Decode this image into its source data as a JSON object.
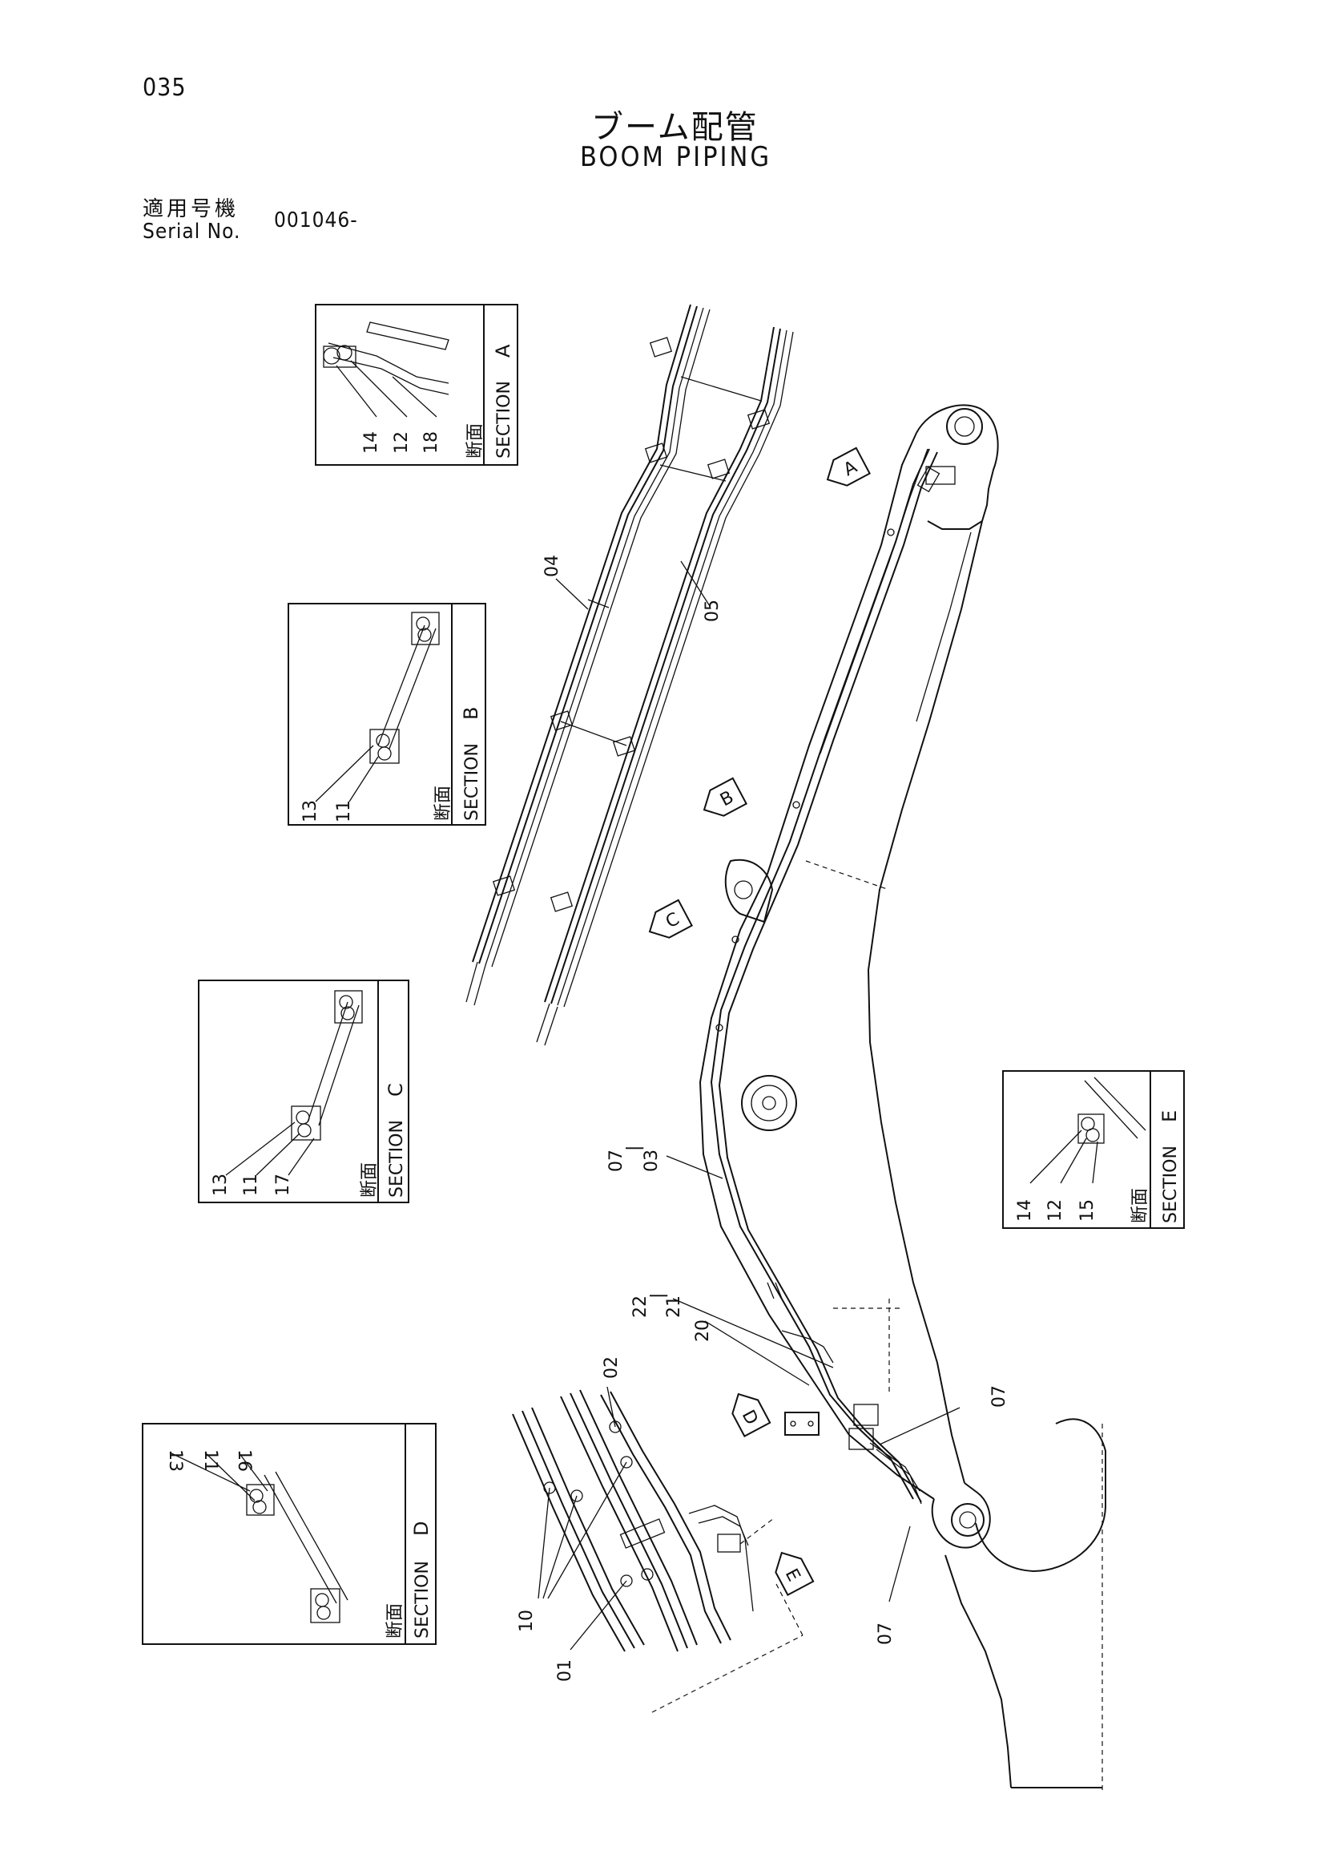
{
  "header": {
    "page_number": "035",
    "title_jp": "ブーム配管",
    "title_en": "BOOM PIPING",
    "serial_label_jp": "適用号機",
    "serial_label_en": "Serial No.",
    "serial_value": "001046-"
  },
  "sections": {
    "a": {
      "label_jp": "断面",
      "label_en": "SECTION",
      "letter": "A",
      "parts": [
        "14",
        "12",
        "18"
      ]
    },
    "b": {
      "label_jp": "断面",
      "label_en": "SECTION",
      "letter": "B",
      "parts": [
        "13",
        "11"
      ]
    },
    "c": {
      "label_jp": "断面",
      "label_en": "SECTION",
      "letter": "C",
      "parts": [
        "13",
        "11",
        "17"
      ]
    },
    "d": {
      "label_jp": "断面",
      "label_en": "SECTION",
      "letter": "D",
      "parts": [
        "13",
        "11",
        "16"
      ]
    },
    "e": {
      "label_jp": "断面",
      "label_en": "SECTION",
      "letter": "E",
      "parts": [
        "14",
        "12",
        "15"
      ]
    }
  },
  "view_markers": [
    "A",
    "B",
    "C",
    "D",
    "E"
  ],
  "part_callouts": {
    "pipe_04": "04",
    "pipe_05": "05",
    "pipe_07_03_a": "07",
    "pipe_07_03_sep": "|",
    "pipe_07_03_b": "03",
    "part_22_21_a": "22",
    "part_22_21_sep": "|",
    "part_22_21_b": "21",
    "part_20": "20",
    "part_02": "02",
    "part_07_right": "07",
    "part_07_bottom": "07",
    "part_10": "10",
    "part_01": "01"
  }
}
